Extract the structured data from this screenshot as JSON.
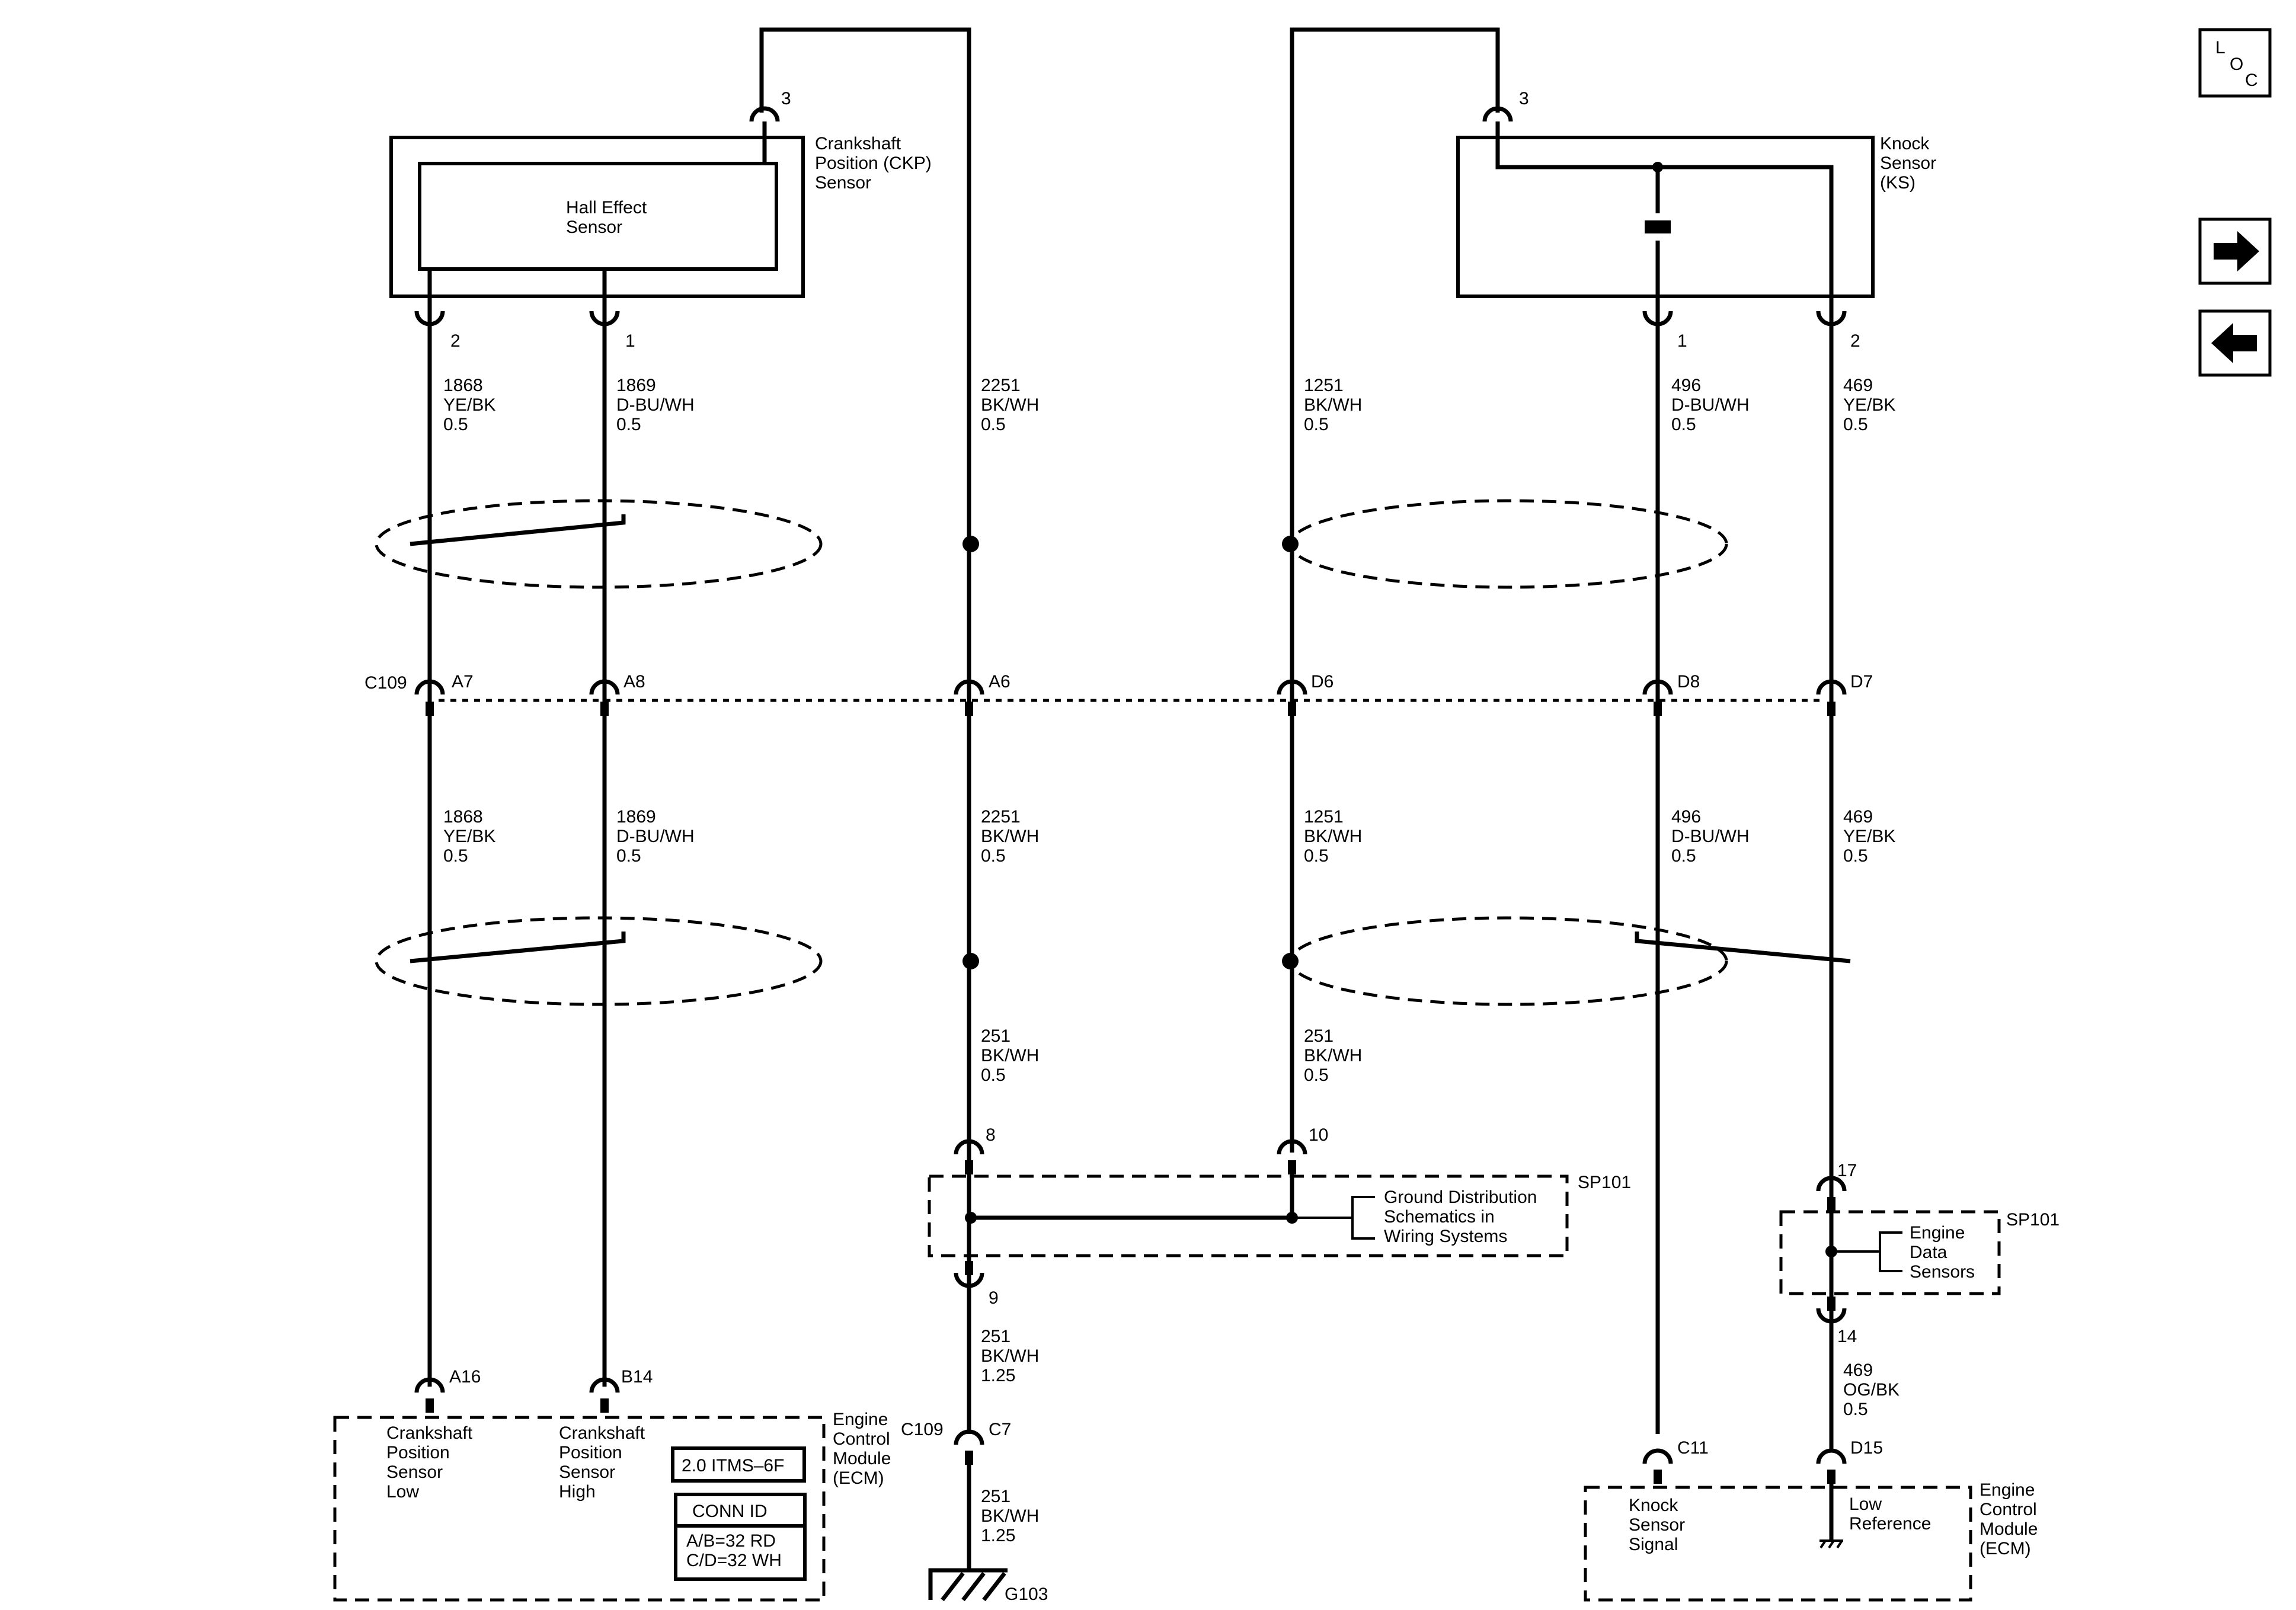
{
  "ckp": {
    "pin3": "3",
    "name": [
      "Crankshaft",
      "Position (CKP)",
      "Sensor"
    ],
    "inner": [
      "Hall Effect",
      "Sensor"
    ],
    "pin2": "2",
    "pin1": "1"
  },
  "ks": {
    "pin3": "3",
    "name": [
      "Knock",
      "Sensor",
      "(KS)"
    ],
    "pin1": "1",
    "pin2": "2"
  },
  "wires_upper": [
    {
      "circuit": "1868",
      "color": "YE/BK",
      "size": "0.5"
    },
    {
      "circuit": "1869",
      "color": "D-BU/WH",
      "size": "0.5"
    },
    {
      "circuit": "2251",
      "color": "BK/WH",
      "size": "0.5"
    },
    {
      "circuit": "1251",
      "color": "BK/WH",
      "size": "0.5"
    },
    {
      "circuit": "496",
      "color": "D-BU/WH",
      "size": "0.5"
    },
    {
      "circuit": "469",
      "color": "YE/BK",
      "size": "0.5"
    }
  ],
  "wires_lower": [
    {
      "circuit": "1868",
      "color": "YE/BK",
      "size": "0.5"
    },
    {
      "circuit": "1869",
      "color": "D-BU/WH",
      "size": "0.5"
    },
    {
      "circuit": "2251",
      "color": "BK/WH",
      "size": "0.5"
    },
    {
      "circuit": "1251",
      "color": "BK/WH",
      "size": "0.5"
    },
    {
      "circuit": "496",
      "color": "D-BU/WH",
      "size": "0.5"
    },
    {
      "circuit": "469",
      "color": "YE/BK",
      "size": "0.5"
    }
  ],
  "c109": {
    "label": "C109",
    "pins": [
      "A7",
      "A8",
      "A6",
      "D6",
      "D8",
      "D7"
    ]
  },
  "ground_wires": [
    {
      "circuit": "251",
      "color": "BK/WH",
      "size": "0.5"
    },
    {
      "circuit": "251",
      "color": "BK/WH",
      "size": "0.5"
    }
  ],
  "sp101_ground": {
    "pin_a": "8",
    "pin_b": "10",
    "pin_out": "9",
    "label": "SP101",
    "ref": [
      "Ground Distribution",
      "Schematics in",
      "Wiring Systems"
    ]
  },
  "ground_out_wire": {
    "circuit": "251",
    "color": "BK/WH",
    "size": "1.25"
  },
  "c109_c7": {
    "label": "C109",
    "pin": "C7"
  },
  "ground_final_wire": {
    "circuit": "251",
    "color": "BK/WH",
    "size": "1.25"
  },
  "g103": "G103",
  "sp101_data": {
    "pin_in": "17",
    "pin_out": "14",
    "label": "SP101",
    "ref": [
      "Engine",
      "Data",
      "Sensors"
    ]
  },
  "ecm_low_ref_wire": {
    "circuit": "469",
    "color": "OG/BK",
    "size": "0.5"
  },
  "ecm_left": {
    "pinA": "A16",
    "pinB": "B14",
    "funcA": [
      "Crankshaft",
      "Position",
      "Sensor",
      "Low"
    ],
    "funcB": [
      "Crankshaft",
      "Position",
      "Sensor",
      "High"
    ],
    "name": [
      "Engine",
      "Control",
      "Module",
      "(ECM)"
    ],
    "engine": "2.0 ITMS–6F",
    "conn_id_title": "CONN ID",
    "conn_id_lines": [
      "A/B=32 RD",
      "C/D=32 WH"
    ]
  },
  "ecm_right": {
    "pinA": "C11",
    "pinB": "D15",
    "funcA": [
      "Knock",
      "Sensor",
      "Signal"
    ],
    "funcB": [
      "Low",
      "Reference"
    ],
    "name": [
      "Engine",
      "Control",
      "Module",
      "(ECM)"
    ]
  },
  "nav": {
    "loc": [
      "L",
      "O",
      "C"
    ]
  },
  "colors": {
    "ink": "#000000",
    "paper": "#ffffff"
  }
}
